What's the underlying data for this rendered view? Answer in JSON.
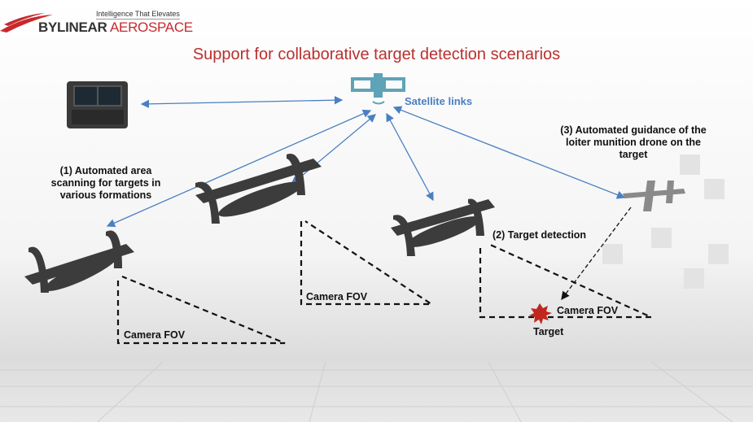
{
  "logo": {
    "tagline": "Intelligence That Elevates",
    "brand_part1": "BYLINEAR",
    "brand_part2": " AEROSPACE"
  },
  "title": "Support for collaborative target detection scenarios",
  "labels": {
    "satellite": "Satellite links",
    "scanning": [
      "(1) Automated area",
      "scanning for targets in",
      "various formations"
    ],
    "detection": "(2) Target detection",
    "guidance": [
      "(3) Automated guidance of the",
      "loiter munition drone on the",
      "target"
    ],
    "fov1": "Camera FOV",
    "fov2": "Camera FOV",
    "fov3": "Camera FOV",
    "target": "Target"
  },
  "colors": {
    "title": "#b8312f",
    "link": "#4a7fc1",
    "brand_red": "#c8282d"
  }
}
